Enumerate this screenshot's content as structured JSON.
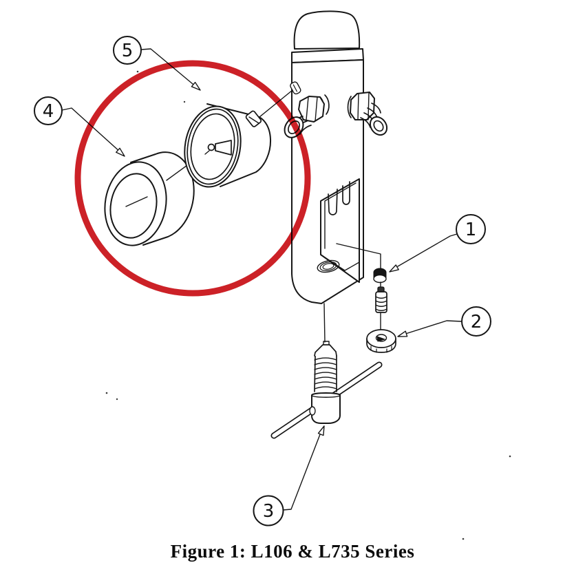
{
  "figure": {
    "caption": "Figure 1:  L106 & L735 Series"
  },
  "callouts": [
    {
      "label": "1"
    },
    {
      "label": "2"
    },
    {
      "label": "3"
    },
    {
      "label": "4"
    },
    {
      "label": "5"
    }
  ],
  "colors": {
    "highlight_circle": "#cc2127",
    "line": "#161616",
    "background": "#ffffff"
  }
}
